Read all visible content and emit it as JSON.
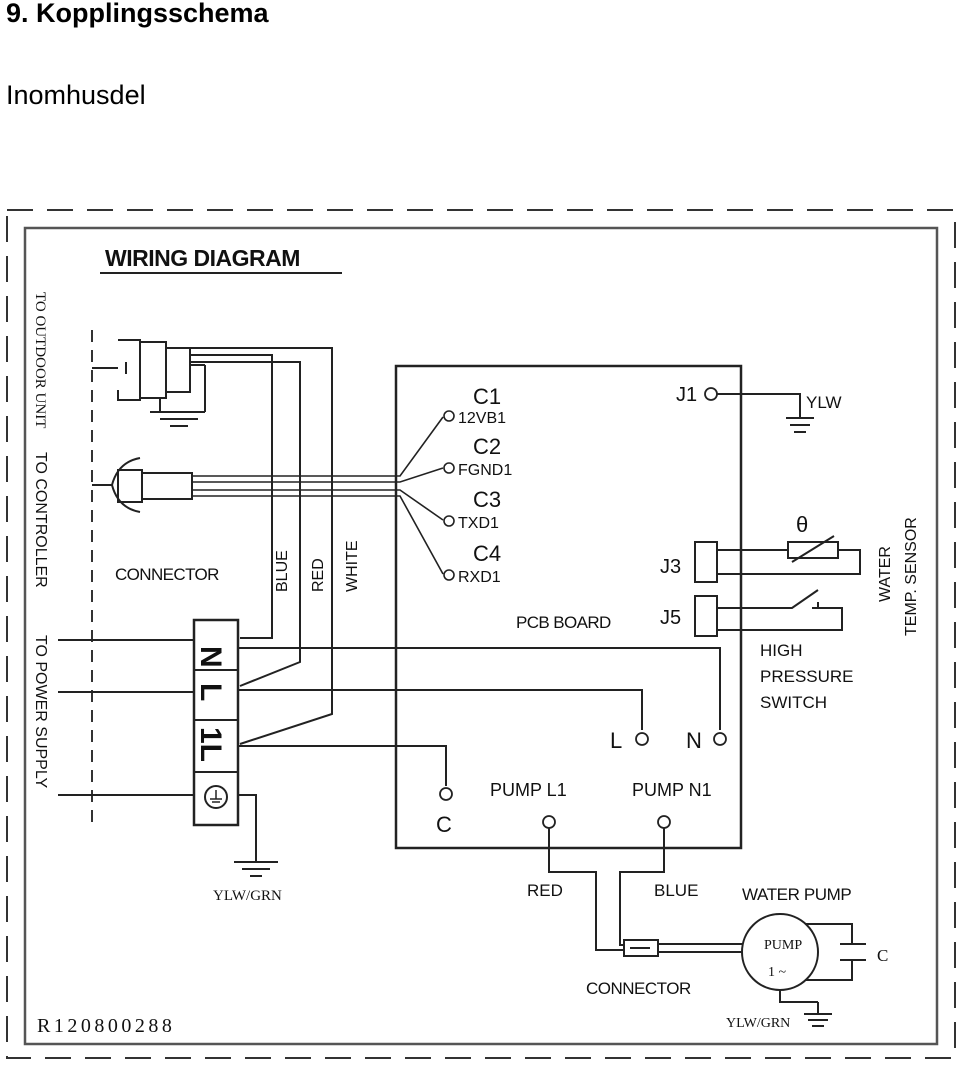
{
  "page": {
    "heading": "9. Kopplingsschema",
    "subheading": "Inomhusdel"
  },
  "diagram": {
    "title": "WIRING DIAGRAM",
    "side_labels": {
      "to_outdoor_unit": "TO OUTDOOR UNIT",
      "to_controller": "TO CONTROLLER",
      "to_power_supply": "TO POWER SUPPLY"
    },
    "connector_left": "CONNECTOR",
    "wire_colors_vertical": [
      "BLUE",
      "RED",
      "WHITE"
    ],
    "terminal_block": [
      "N",
      "L",
      "1L"
    ],
    "ground_left": "YLW/GRN",
    "pcb": {
      "board_label": "PCB BOARD",
      "controller_pins": [
        {
          "id": "C1",
          "signal": "12VB1"
        },
        {
          "id": "C2",
          "signal": "FGND1"
        },
        {
          "id": "C3",
          "signal": "TXD1"
        },
        {
          "id": "C4",
          "signal": "RXD1"
        }
      ],
      "j1": "J1",
      "j1_wire": "YLW",
      "j3": "J3",
      "j5": "J5",
      "terminal_l": "L",
      "terminal_n": "N",
      "terminal_c": "C",
      "pump_l1": "PUMP L1",
      "pump_n1": "PUMP N1"
    },
    "water_temp_sensor": [
      "WATER",
      "TEMP. SENSOR"
    ],
    "theta_symbol": "θ",
    "high_pressure_switch": [
      "HIGH",
      "PRESSURE",
      "SWITCH"
    ],
    "pump_wires": [
      "RED",
      "BLUE"
    ],
    "water_pump": "WATER PUMP",
    "pump_symbol": [
      "PUMP",
      "1 ~"
    ],
    "capacitor": "C",
    "connector_bottom": "CONNECTOR",
    "ground_pump": "YLW/GRN",
    "drawing_number": "R120800288"
  }
}
